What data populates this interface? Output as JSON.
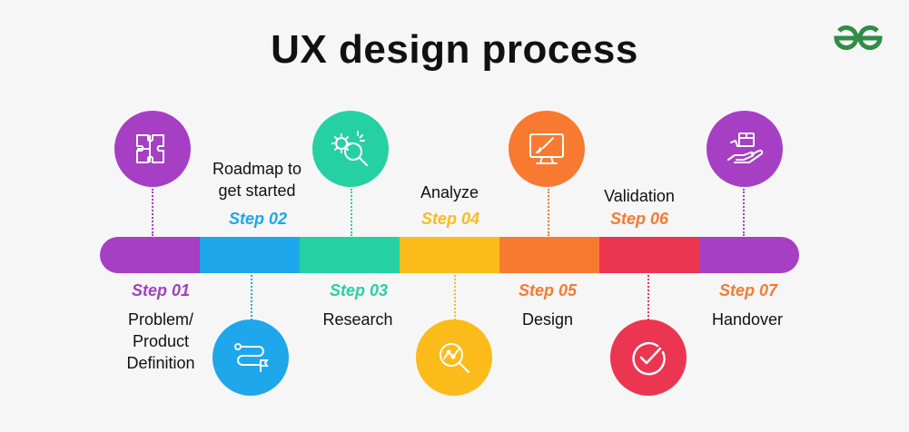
{
  "title": "UX design process",
  "logo_label": "GG",
  "steps": [
    {
      "step": "Step 01",
      "label_lines": [
        "Problem/",
        "Product",
        "Definition"
      ],
      "color": "#a63fc4",
      "icon": "puzzle-icon"
    },
    {
      "step": "Step 02",
      "label_lines": [
        "Roadmap to",
        "get started"
      ],
      "color": "#1ea7ea",
      "icon": "roadmap-icon"
    },
    {
      "step": "Step 03",
      "label_lines": [
        "Research"
      ],
      "color": "#25d1a3",
      "icon": "research-icon"
    },
    {
      "step": "Step 04",
      "label_lines": [
        "Analyze"
      ],
      "color": "#fbbc1b",
      "icon": "analyze-icon"
    },
    {
      "step": "Step 05",
      "label_lines": [
        "Design"
      ],
      "color": "#f77a30",
      "icon": "design-monitor-icon"
    },
    {
      "step": "Step 06",
      "label_lines": [
        "Validation"
      ],
      "color": "#ec3651",
      "icon": "checkmark-icon"
    },
    {
      "step": "Step 07",
      "label_lines": [
        "Handover"
      ],
      "color": "#a63fc4",
      "icon": "handover-icon"
    }
  ],
  "colors": {
    "brand_green": "#2f8d46",
    "title": "#111111"
  }
}
